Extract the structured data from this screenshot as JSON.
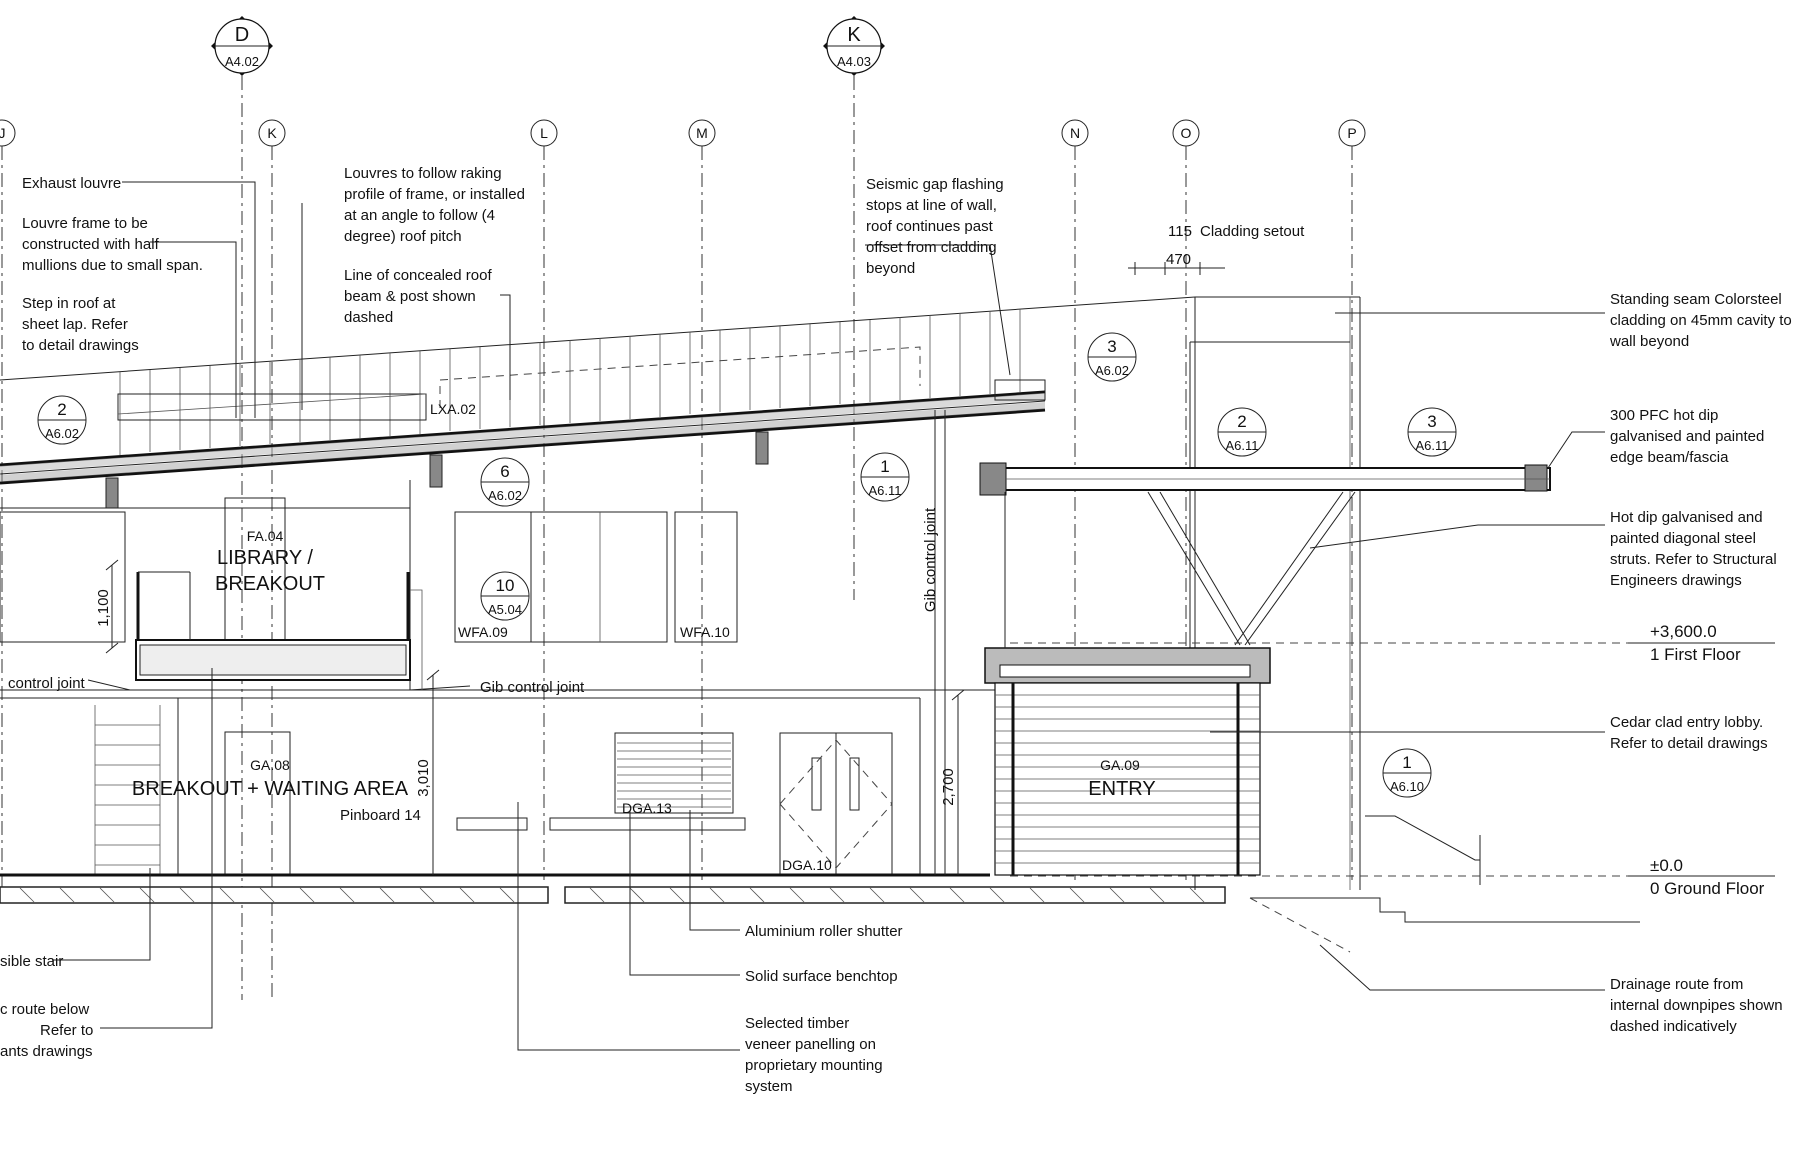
{
  "section_markers": [
    {
      "letter": "D",
      "ref": "A4.02"
    },
    {
      "letter": "K",
      "ref": "A4.03"
    }
  ],
  "gridlines": [
    "J",
    "K",
    "L",
    "M",
    "N",
    "O",
    "P"
  ],
  "notes": {
    "exhaust_louvre": "Exhaust louvre",
    "louvre_frame": [
      "Louvre frame to be",
      "constructed with half",
      "mullions due to small span."
    ],
    "step_in_roof": [
      "Step in roof at",
      "sheet lap.  Refer",
      "to detail drawings"
    ],
    "louvres_follow": [
      "Louvres to follow raking",
      "profile of frame, or installed",
      "at an angle to follow (4",
      "degree) roof pitch"
    ],
    "concealed_beam": [
      "Line of concealed roof",
      "beam & post shown",
      "dashed"
    ],
    "seismic_gap": [
      "Seismic gap flashing",
      "stops at line of wall,",
      "roof continues past",
      "offset from cladding",
      "beyond"
    ],
    "cladding_setout": "Cladding setout",
    "standing_seam": [
      "Standing seam Colorsteel",
      "cladding on 45mm cavity to",
      "wall beyond"
    ],
    "pfc_beam": [
      "300 PFC hot dip",
      "galvanised and painted",
      "edge beam/fascia"
    ],
    "struts": [
      "Hot dip galvanised and",
      "painted diagonal steel",
      "struts.  Refer to Structural",
      "Engineers drawings"
    ],
    "cedar_lobby": [
      "Cedar clad entry lobby.",
      "Refer to detail drawings"
    ],
    "drainage": [
      "Drainage route from",
      "internal downpipes shown",
      "dashed indicatively"
    ],
    "roller_shutter": "Aluminium roller shutter",
    "benchtop": "Solid surface benchtop",
    "veneer": [
      "Selected timber",
      "veneer panelling on",
      "proprietary mounting",
      "system"
    ],
    "stair": "sible stair",
    "route_below": [
      "c route below",
      "Refer to",
      "ants drawings"
    ],
    "gib_joint_left": "control joint",
    "gib_joint_mid": "Gib control joint",
    "gib_joint_vert": "Gib control joint"
  },
  "dimensions": {
    "d115": "115",
    "d470": "470",
    "d1100": "1,100",
    "d3010": "3,010",
    "d2700": "2,700"
  },
  "levels": [
    {
      "value": "+3,600.0",
      "name": "1 First Floor"
    },
    {
      "value": "±0.0",
      "name": "0 Ground Floor"
    }
  ],
  "rooms": {
    "library_code": "FA.04",
    "library_l1": "LIBRARY /",
    "library_l2": "BREAKOUT",
    "breakout_code": "GA.08",
    "breakout_name": "BREAKOUT + WAITING AREA",
    "pinboard": "Pinboard 14",
    "entry_code": "GA.09",
    "entry_name": "ENTRY"
  },
  "tags": {
    "lxa": "LXA.02",
    "wfa09": "WFA.09",
    "wfa10": "WFA.10",
    "dga13": "DGA.13",
    "dga10": "DGA.10"
  },
  "detail_callouts": [
    {
      "num": "2",
      "ref": "A6.02"
    },
    {
      "num": "6",
      "ref": "A6.02"
    },
    {
      "num": "10",
      "ref": "A5.04"
    },
    {
      "num": "3",
      "ref": "A6.02"
    },
    {
      "num": "1",
      "ref": "A6.11"
    },
    {
      "num": "2",
      "ref": "A6.11"
    },
    {
      "num": "3",
      "ref": "A6.11"
    },
    {
      "num": "1",
      "ref": "A6.10"
    }
  ]
}
